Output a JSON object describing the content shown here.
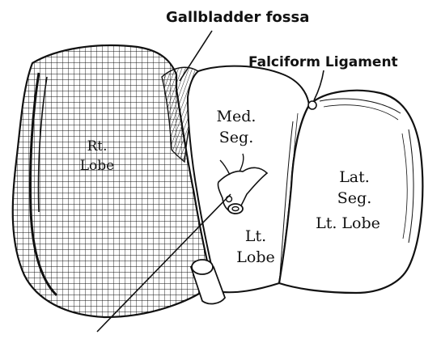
{
  "labels": {
    "gallbladder_fossa": "Gallbladder fossa",
    "falciform_ligament": "Falciform Ligament",
    "rt_lobe_line1": "Rt.",
    "rt_lobe_line2": "Lobe",
    "med_seg_line1": "Med.",
    "med_seg_line2": "Seg.",
    "lat_seg_line1": "Lat.",
    "lat_seg_line2": "Seg.",
    "lt_lobe_right": "Lt. Lobe",
    "lt_lobe_line1": "Lt.",
    "lt_lobe_line2": "Lobe"
  },
  "colors": {
    "ink": "#111111",
    "paper": "#ffffff"
  }
}
